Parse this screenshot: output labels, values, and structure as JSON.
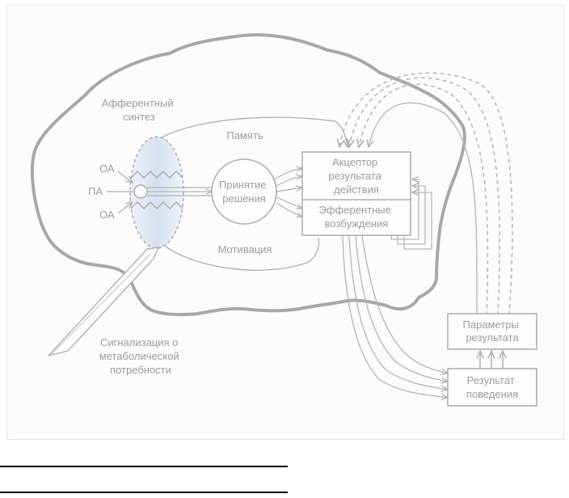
{
  "diagram": {
    "labels": {
      "afferent_synthesis_line1": "Афферентный",
      "afferent_synthesis_line2": "синтез",
      "memory": "Память",
      "motivation": "Мотивация",
      "oa_top": "ОА",
      "pa": "ПА",
      "oa_bottom": "ОА",
      "decision_line1": "Принятие",
      "decision_line2": "решения",
      "acceptor_line1": "Акцептор",
      "acceptor_line2": "результата",
      "acceptor_line3": "действия",
      "efferent_line1": "Эфферентные",
      "efferent_line2": "возбуждения",
      "signal_line1": "Сигнализация о",
      "signal_line2": "метаболической",
      "signal_line3": "потребности",
      "params_line1": "Параметры",
      "params_line2": "результата",
      "result_line1": "Результат",
      "result_line2": "поведения"
    },
    "colors": {
      "line": "#b4b4b4",
      "brain_outline": "#a8a8a8",
      "text": "#9c9c9c",
      "ellipse_fill": "#dfe6f2"
    }
  }
}
